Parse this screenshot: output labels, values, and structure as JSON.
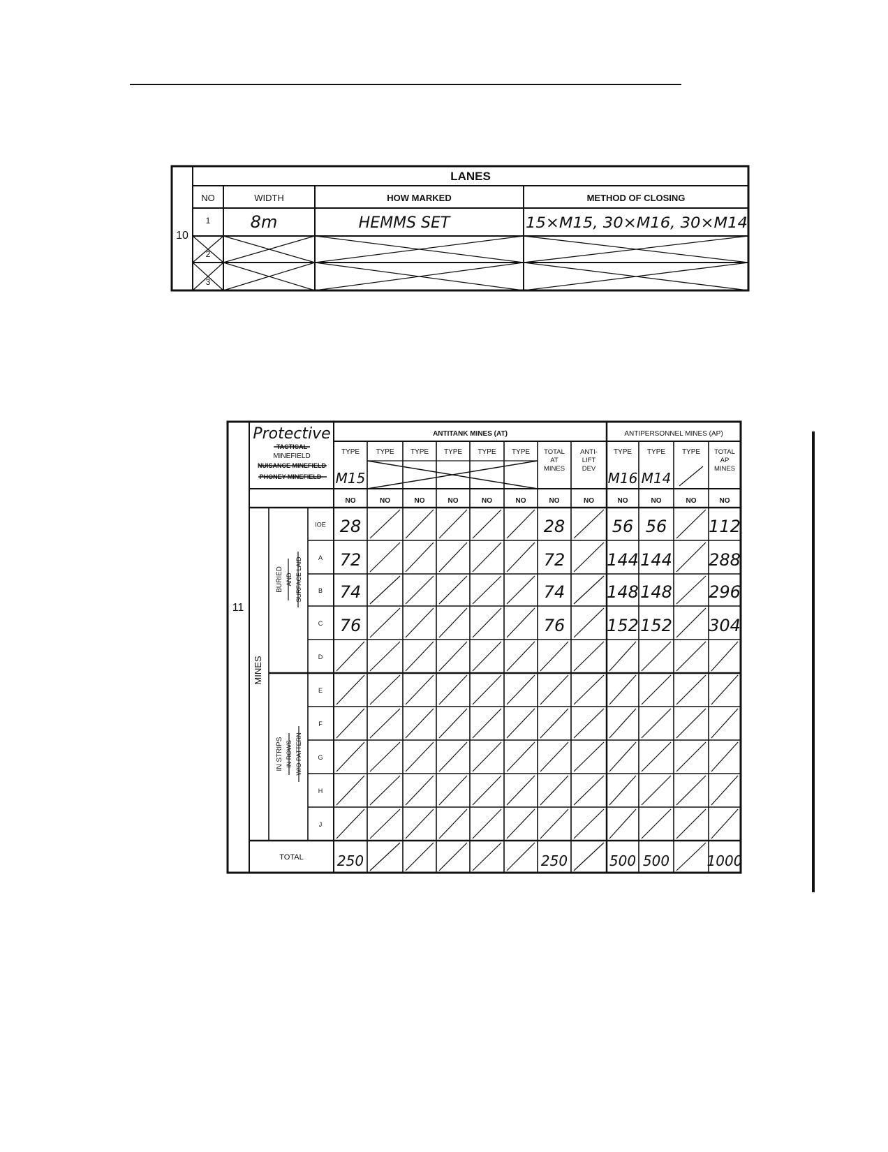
{
  "lanes": {
    "section_no": "10",
    "title": "LANES",
    "headers": {
      "no": "NO",
      "width": "WIDTH",
      "how_marked": "HOW MARKED",
      "method": "METHOD OF CLOSING"
    },
    "rows": [
      {
        "no": "1",
        "width": "8m",
        "how_marked": "HEMMS SET",
        "method": "15×M15, 30×M16, 30×M14"
      },
      {
        "no": "2",
        "width": "",
        "how_marked": "",
        "method": ""
      },
      {
        "no": "3",
        "width": "",
        "how_marked": "",
        "method": ""
      }
    ]
  },
  "mines": {
    "section_no": "11",
    "minefield": {
      "handwritten": "Protective",
      "struck_tactical": "TACTICAL",
      "label": "MINEFIELD",
      "struck_nuisance": "NUISANCE MINEFIELD",
      "struck_phoney": "PHONEY MINEFIELD"
    },
    "at_header": "ANTITANK MINES (AT)",
    "ap_header": "ANTIPERSONNEL  MINES (AP)",
    "type_label": "TYPE",
    "no_label": "NO",
    "total_at": "TOTAL AT MINES",
    "anti_lift": "ANTI- LIFT DEV",
    "total_ap": "TOTAL AP MINES",
    "at_types": [
      "M15"
    ],
    "ap_types": [
      "M16",
      "M14"
    ],
    "side_label": "MINES",
    "buried_label": "BURIED",
    "buried_struck": [
      "AND",
      "SURFACE LAID"
    ],
    "strips_label": "IN STRIPS",
    "strips_struck": [
      "IN ROWS",
      "W/O PATTERN"
    ],
    "rows": [
      {
        "strip": "IOE",
        "at1": "28",
        "total_at": "28",
        "ap1": "56",
        "ap2": "56",
        "total_ap": "112"
      },
      {
        "strip": "A",
        "at1": "72",
        "total_at": "72",
        "ap1": "144",
        "ap2": "144",
        "total_ap": "288"
      },
      {
        "strip": "B",
        "at1": "74",
        "total_at": "74",
        "ap1": "148",
        "ap2": "148",
        "total_ap": "296"
      },
      {
        "strip": "C",
        "at1": "76",
        "total_at": "76",
        "ap1": "152",
        "ap2": "152",
        "total_ap": "304"
      },
      {
        "strip": "D"
      },
      {
        "strip": "E"
      },
      {
        "strip": "F"
      },
      {
        "strip": "G"
      },
      {
        "strip": "H"
      },
      {
        "strip": "J"
      }
    ],
    "total": {
      "label": "TOTAL",
      "at1": "250",
      "total_at": "250",
      "ap1": "500",
      "ap2": "500",
      "total_ap": "1000"
    }
  }
}
